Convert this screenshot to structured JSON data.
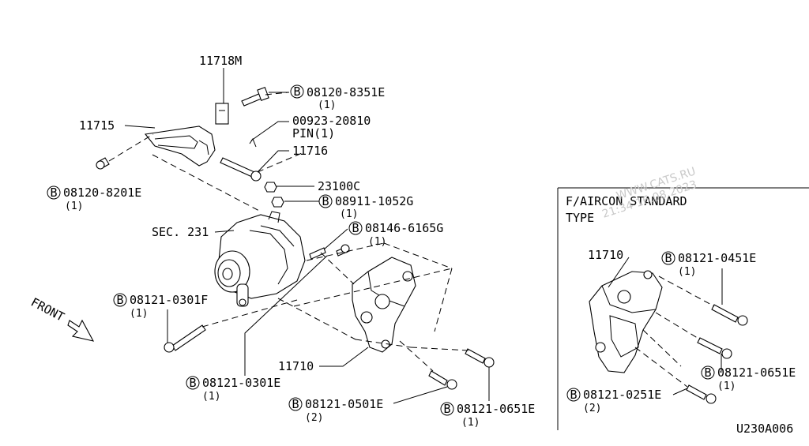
{
  "diagram": {
    "labels": {
      "bracket_top": "11718M",
      "bracket_plate": "11715",
      "bolt_top": "08120-8351E",
      "bolt_top_qty": "(1)",
      "pin": "00923-20810",
      "pin_label": "PIN(1)",
      "adjust_bolt": "11716",
      "bolt_left": "08120-8201E",
      "bolt_left_qty": "(1)",
      "nut_terminal": "23100C",
      "nut": "08911-1052G",
      "nut_qty": "(1)",
      "section": "SEC. 231",
      "bolt_mid": "08146-6165G",
      "bolt_mid_qty": "(1)",
      "bolt_lower_left": "08121-0301F",
      "bolt_lower_left_qty": "(1)",
      "front": "FRONT",
      "bracket_main": "11710",
      "bolt_bottom_left": "08121-0301E",
      "bolt_bottom_left_qty": "(1)",
      "bolt_bottom_mid": "08121-0501E",
      "bolt_bottom_mid_qty": "(2)",
      "bolt_bottom_right": "08121-0651E",
      "bolt_bottom_right_qty": "(1)"
    },
    "inset": {
      "title_line1": "F/AIRCON STANDARD",
      "title_line2": "TYPE",
      "bracket": "11710",
      "bolt_a": "08121-0451E",
      "bolt_a_qty": "(1)",
      "bolt_b": "08121-0651E",
      "bolt_b_qty": "(1)",
      "bolt_c": "08121-0251E",
      "bolt_c_qty": "(2)"
    },
    "circle_letter": "B",
    "drawing_code": "U230A006",
    "watermark_line1": "WWW.CATS.RU",
    "watermark_line2": "21:34 16.08.2023"
  }
}
